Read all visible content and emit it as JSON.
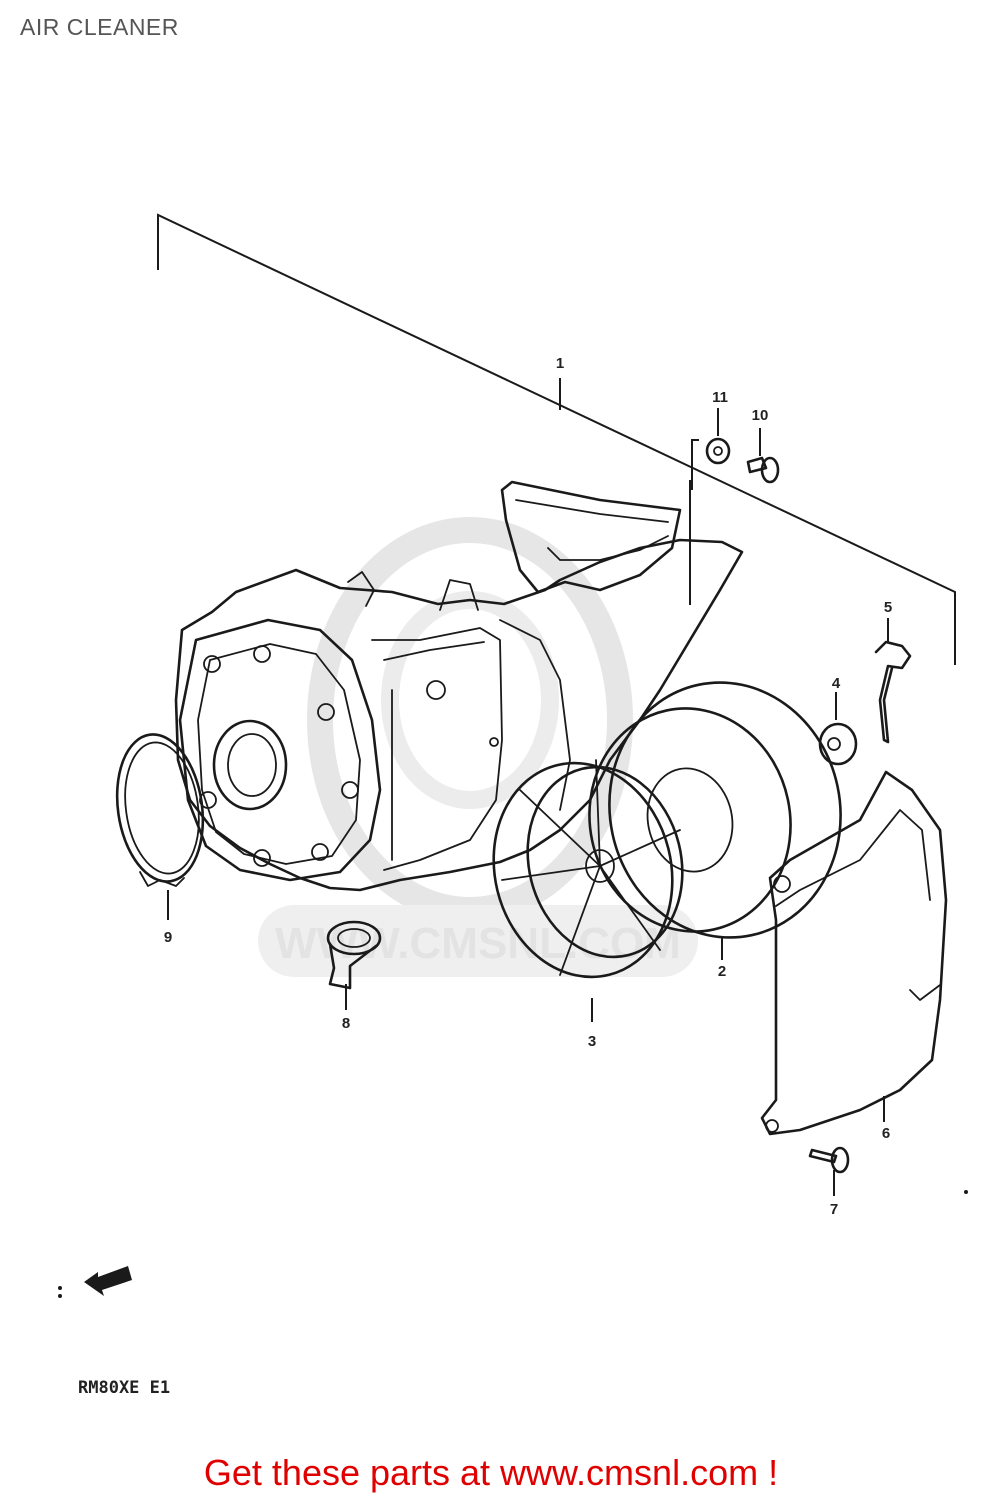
{
  "page": {
    "title": "AIR CLEANER",
    "model_code": "RM80XE E1",
    "footer_link": "Get these parts at www.cmsnl.com !"
  },
  "watermark": {
    "text": "WWW.CMSNL.COM"
  },
  "callouts": [
    {
      "number": "1",
      "part": "air-cleaner-case-assembly"
    },
    {
      "number": "2",
      "part": "air-filter-element"
    },
    {
      "number": "3",
      "part": "filter-cage"
    },
    {
      "number": "4",
      "part": "cushion"
    },
    {
      "number": "5",
      "part": "clip"
    },
    {
      "number": "6",
      "part": "air-cleaner-cover"
    },
    {
      "number": "7",
      "part": "cover-screw"
    },
    {
      "number": "8",
      "part": "drain-plug"
    },
    {
      "number": "9",
      "part": "clamp"
    },
    {
      "number": "10",
      "part": "screw"
    },
    {
      "number": "11",
      "part": "washer"
    }
  ],
  "icons": {
    "front_arrow": "front-arrow-icon"
  },
  "colors": {
    "ink": "#1a1a1a",
    "title": "#555555",
    "footer_link": "#e10000",
    "watermark": "#e3e3e3"
  }
}
